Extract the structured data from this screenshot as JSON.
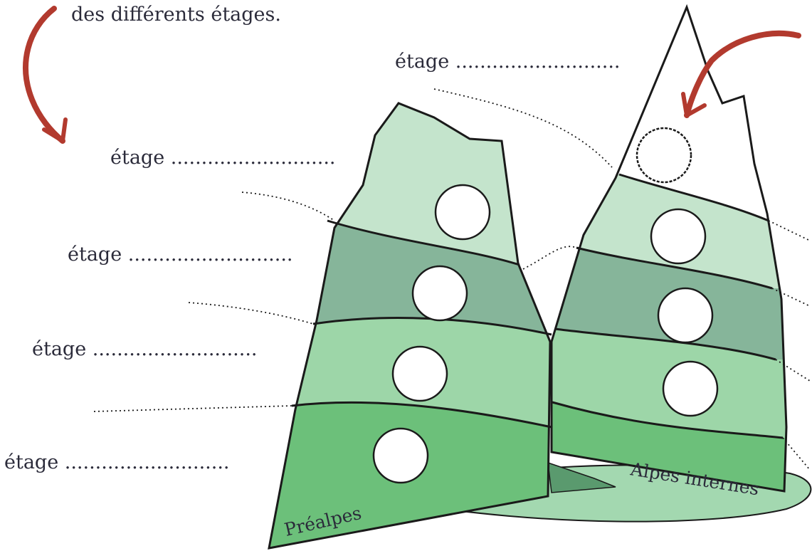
{
  "intro_text": "des différents étages.",
  "stage_labels": [
    "étage ...........................",
    "étage ...........................",
    "étage ...........................",
    "étage ...........................",
    "étage ..........................."
  ],
  "mountains": {
    "left_name": "Préalpes",
    "right_name": "Alpes internes"
  },
  "colors": {
    "white_band": "#ffffff",
    "pale_band": "#c4e4cc",
    "dark_band": "#86b59a",
    "mid_band": "#9dd6a8",
    "low_band": "#6cc07a",
    "base_ground": "#a3d8b0",
    "outline": "#1a1a1a",
    "arrow": "#b23a2e"
  }
}
